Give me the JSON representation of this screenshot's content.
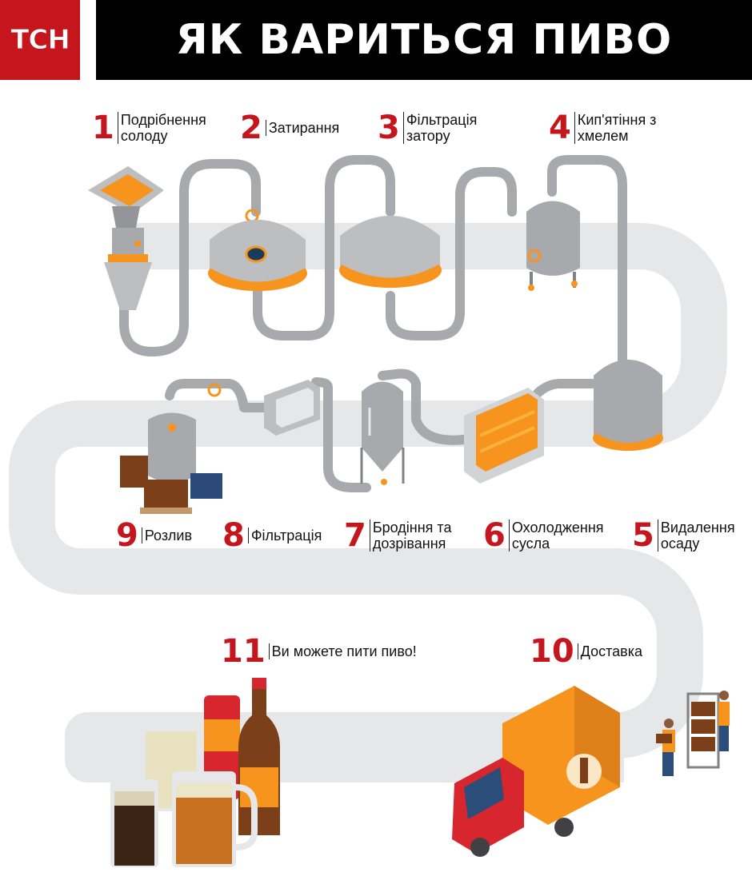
{
  "header": {
    "logo": "ТСН",
    "title": "ЯК ВАРИТЬСЯ ПИВО"
  },
  "steps": [
    {
      "num": "1",
      "label": "Подрібнення\nсолоду"
    },
    {
      "num": "2",
      "label": "Затирання"
    },
    {
      "num": "3",
      "label": "Фільтрація\nзатору"
    },
    {
      "num": "4",
      "label": "Кип'ятіння з\nхмелем"
    },
    {
      "num": "5",
      "label": "Видалення\nосаду"
    },
    {
      "num": "6",
      "label": "Охолодження\nсусла"
    },
    {
      "num": "7",
      "label": "Бродіння та\nдозрівання"
    },
    {
      "num": "8",
      "label": "Фільтрація"
    },
    {
      "num": "9",
      "label": "Розлив"
    },
    {
      "num": "10",
      "label": "Доставка"
    },
    {
      "num": "11",
      "label": "Ви можете пити пиво!"
    }
  ],
  "colors": {
    "brand_red": "#c4161c",
    "orange": "#f7941d",
    "steel": "#a7a9ac",
    "road": "#e6e7e8"
  }
}
